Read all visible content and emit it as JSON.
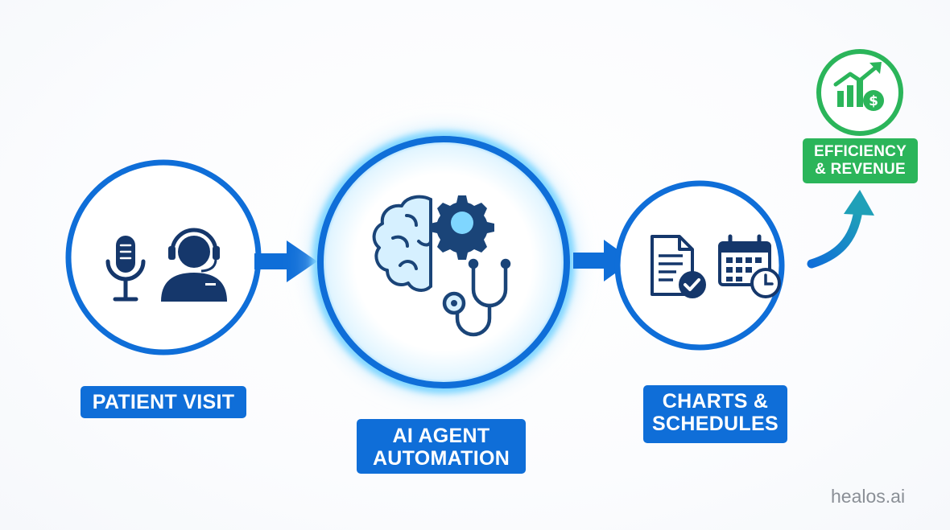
{
  "stages": {
    "patient_visit": "PATIENT VISIT",
    "ai_line1": "AI AGENT",
    "ai_line2": "AUTOMATION",
    "charts_line1": "CHARTS &",
    "charts_line2": "SCHEDULES"
  },
  "outcome": {
    "line1": "EFFICIENCY",
    "line2": "& REVENUE"
  },
  "brand": "healos.ai",
  "colors": {
    "primary_blue": "#0f6ed8",
    "icon_navy": "#15376b",
    "outcome_green": "#2bb55a",
    "glow_blue": "#5fc8ff"
  },
  "icons": [
    "microphone-icon",
    "headset-agent-icon",
    "brain-icon",
    "gear-icon",
    "stethoscope-icon",
    "document-check-icon",
    "calendar-clock-icon",
    "growth-chart-dollar-icon"
  ]
}
